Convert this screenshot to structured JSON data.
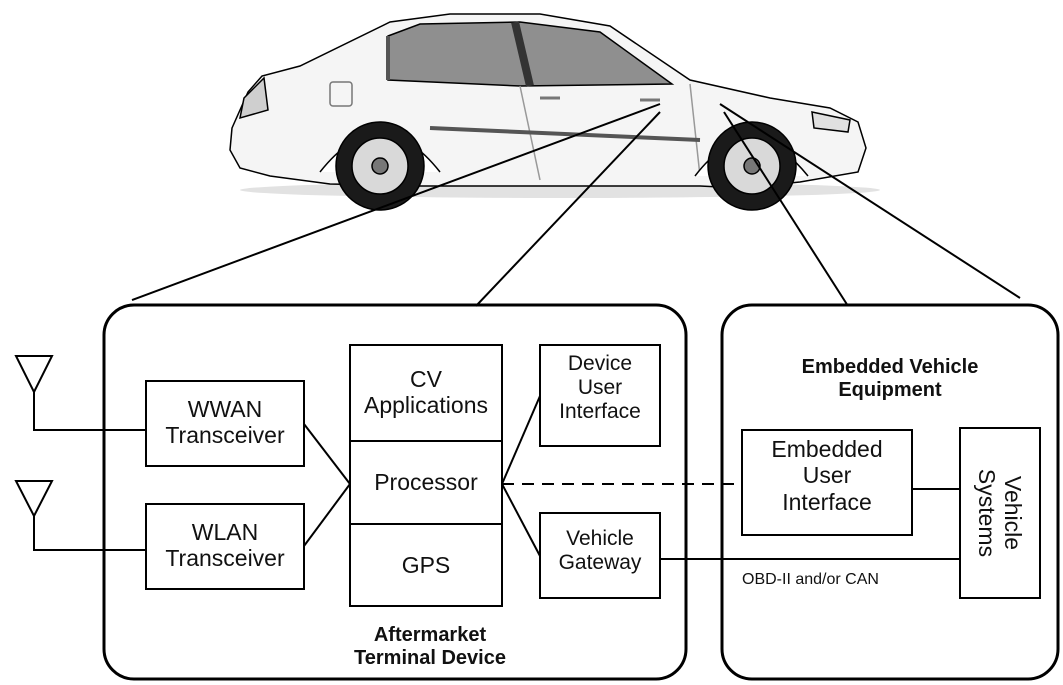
{
  "colors": {
    "stroke": "#000000",
    "car_body": "#f4f4f4",
    "car_glass": "#8a8a8a",
    "tire": "#1a1a1a",
    "background": "#ffffff"
  },
  "icons": [
    "car-illustration",
    "antenna-icon"
  ],
  "terminal": {
    "caption_line1": "Aftermarket",
    "caption_line2": "Terminal Device",
    "wwan": {
      "line1": "WWAN",
      "line2": "Transceiver"
    },
    "wlan": {
      "line1": "WLAN",
      "line2": "Transceiver"
    },
    "cv_apps": {
      "line1": "CV",
      "line2": "Applications"
    },
    "processor": "Processor",
    "gps": "GPS",
    "device_ui": {
      "line1": "Device",
      "line2": "User",
      "line3": "Interface"
    },
    "vehicle_gateway": {
      "line1": "Vehicle",
      "line2": "Gateway"
    }
  },
  "embedded": {
    "title_line1": "Embedded Vehicle",
    "title_line2": "Equipment",
    "embedded_ui": {
      "line1": "Embedded",
      "line2": "User",
      "line3": "Interface"
    },
    "vehicle_systems": {
      "line1": "Vehicle",
      "line2": "Systems"
    },
    "bus_label": "OBD-II and/or CAN"
  }
}
